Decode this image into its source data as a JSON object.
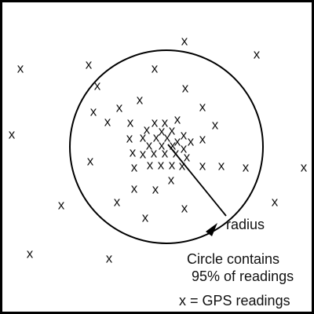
{
  "marker_symbol": "x",
  "labels": {
    "radius": "radius",
    "circle_line1": "Circle contains",
    "circle_line2": "95% of readings",
    "legend": "x = GPS readings"
  },
  "colors": {
    "ink": "#000000",
    "background": "#ffffff"
  }
}
